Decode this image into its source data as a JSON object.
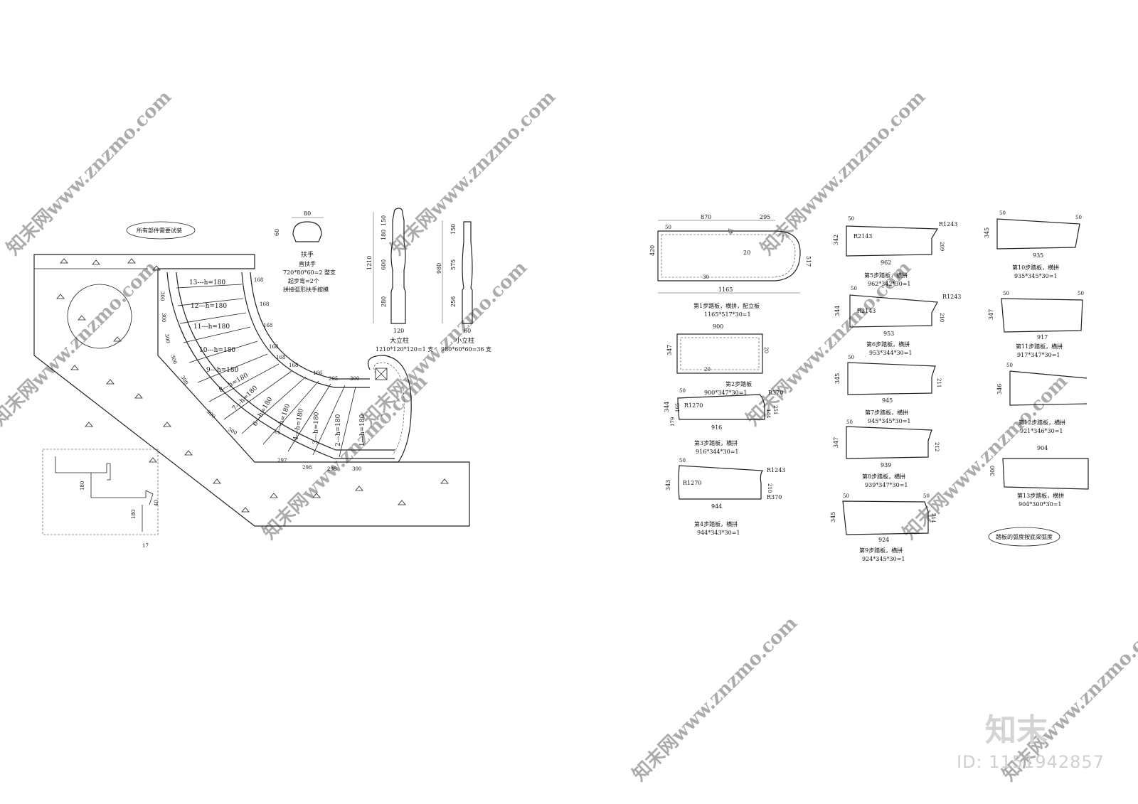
{
  "staircase": {
    "note": "所有部件需要试装",
    "handrail": {
      "width": "80",
      "height": "60",
      "title": "扶手",
      "line1": "直扶手",
      "line2": "720*80*60=2 整支",
      "line3": "起步弯=2个",
      "line4": "拼接弧形扶手按模"
    },
    "big_post": {
      "total": "1210",
      "segments": [
        "150",
        "180",
        "600",
        "280"
      ],
      "base": "120",
      "title": "大立柱",
      "spec": "1210*120*120=1 支"
    },
    "small_post": {
      "total": "980",
      "segments": [
        "150",
        "575",
        "256"
      ],
      "base": "60",
      "title": "小立柱",
      "spec": "980*60*60=36 支"
    },
    "step_labels": [
      "13---h=180",
      "12---h=180",
      "11---h=180",
      "10---h=180",
      "9---h=180",
      "8---h=180",
      "7---h=180",
      "6---h=180",
      "5---h=180",
      "4---h=180",
      "3---h=180",
      "2---h=180",
      "1---h=180"
    ],
    "outer_dims": [
      "168",
      "168",
      "168",
      "168",
      "168",
      "168",
      "166",
      "205",
      "300"
    ],
    "inner_dims": [
      "300",
      "300",
      "300",
      "300",
      "300",
      "300",
      "300",
      "297",
      "298",
      "300"
    ],
    "section_dims": [
      "180",
      "180",
      "40",
      "17"
    ]
  },
  "treads": [
    {
      "id": 1,
      "top": "870",
      "top2": "295",
      "left": "420",
      "right": "517",
      "bottom": "1165",
      "corner": "50",
      "mid1": "47",
      "mid2": "20",
      "mid3": "30",
      "title": "第1步踏板，横拼，配立板",
      "spec": "1165*517*30=1"
    },
    {
      "id": 2,
      "top": "900",
      "left": "347",
      "marks": [
        "20",
        "20"
      ],
      "title": "第2步踏板",
      "spec": "900*347*30=1"
    },
    {
      "id": 3,
      "bottom": "916",
      "left": "344",
      "left2": "179",
      "left3": "165",
      "right1": "144",
      "right2": "251",
      "radius1": "R1270",
      "radius2": "R370",
      "corner": "50",
      "title": "第3步踏板，横拼",
      "spec": "916*344*30=1"
    },
    {
      "id": 4,
      "bottom": "944",
      "left": "343",
      "right": "210",
      "radius1": "R1270",
      "radius2": "R1243",
      "radius3": "R370",
      "corner": "50",
      "title": "第4步踏板，横拼",
      "spec": "944*343*30=1"
    },
    {
      "id": 5,
      "bottom": "962",
      "left": "342",
      "right": "209",
      "radius1": "R2143",
      "radius2": "R1243",
      "corner": "50",
      "title": "第5步踏板，横拼",
      "spec": "962*342*30=1"
    },
    {
      "id": 6,
      "bottom": "953",
      "left": "344",
      "right": "210",
      "radius1": "R2143",
      "radius2": "R1243",
      "corner": "50",
      "title": "第6步踏板，横拼",
      "spec": "953*344*30=1"
    },
    {
      "id": 7,
      "bottom": "945",
      "left": "345",
      "right": "211",
      "corner": "50",
      "title": "第7步踏板，横拼",
      "spec": "945*345*30=1"
    },
    {
      "id": 8,
      "bottom": "939",
      "left": "347",
      "right": "212",
      "corner": "50",
      "title": "第8步踏板，横拼",
      "spec": "939*347*30=1"
    },
    {
      "id": 9,
      "bottom": "924",
      "left": "345",
      "right": "214",
      "corner": "50",
      "title": "第9步踏板，横拼",
      "spec": "924*345*30=1"
    },
    {
      "id": 10,
      "bottom": "935",
      "left": "345",
      "corner": "50",
      "title": "第10步踏板，横拼",
      "spec": "935*345*30=1"
    },
    {
      "id": 11,
      "bottom": "917",
      "left": "347",
      "corner": "50",
      "title": "第11步踏板，横拼",
      "spec": "917*347*30=1"
    },
    {
      "id": 12,
      "left": "346",
      "corner": "50",
      "title": "第12步踏板，横拼",
      "spec": "921*346*30=1"
    },
    {
      "id": 13,
      "top": "904",
      "left": "300",
      "title": "第13步踏板，横拼",
      "spec": "904*300*30=1"
    }
  ],
  "footnote": "踏板的弧度按底梁弧度",
  "watermark": "知末网www.znzmo.com",
  "brand": {
    "logo": "知末",
    "id": "ID: 1151942857"
  }
}
